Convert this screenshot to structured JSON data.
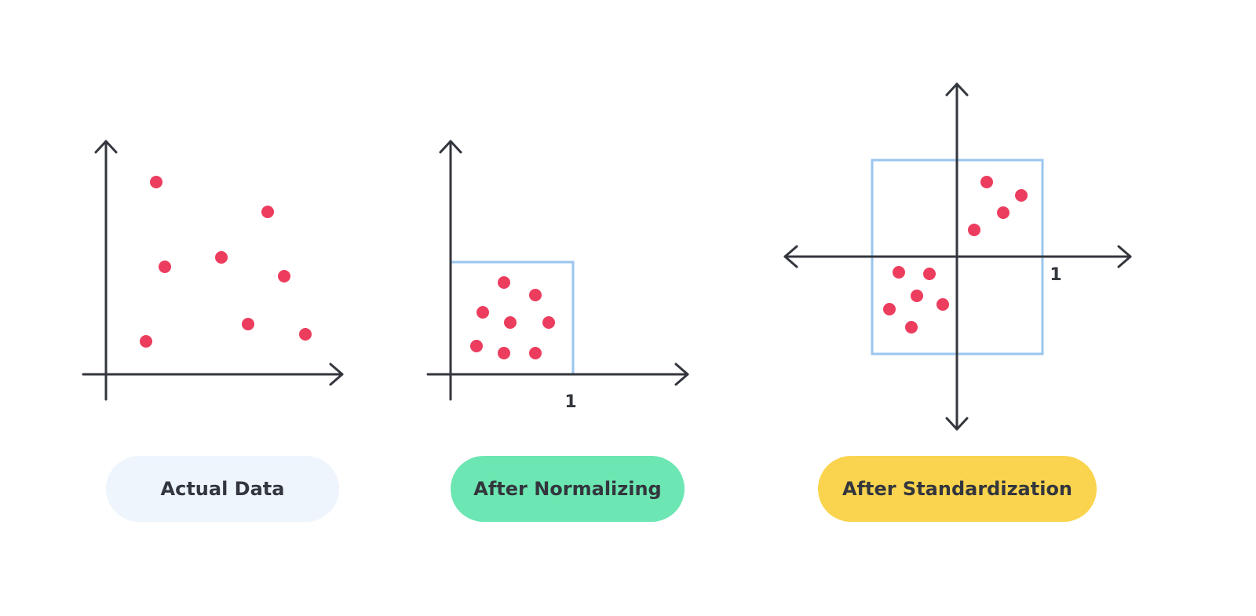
{
  "colors": {
    "axis": "#33363d",
    "point": "#ec3d5e",
    "box": "#9ac6ef",
    "actual_pill": "#eef5fd",
    "normalizing_pill": "#6ce6b2",
    "standardization_pill": "#fad44e"
  },
  "panels": {
    "actual": {
      "label": "Actual Data"
    },
    "normalizing": {
      "label": "After Normalizing",
      "tick_label": "1"
    },
    "standardization": {
      "label": "After Standardization",
      "tick_label": "1"
    }
  }
}
